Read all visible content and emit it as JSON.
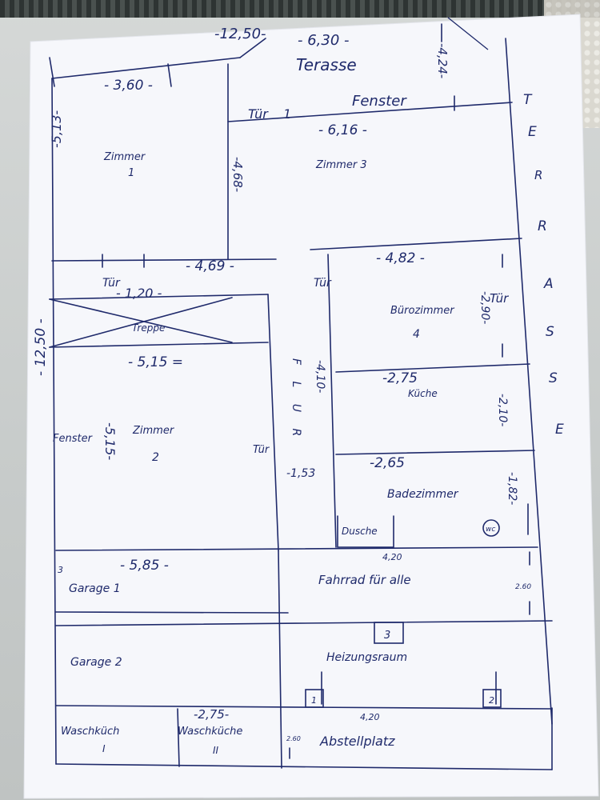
{
  "colors": {
    "ink": "#1f2a6b",
    "paper": "#f6f7fb",
    "background": "#cfd3d2"
  },
  "dimensions": {
    "top_total": "-12,50-",
    "terrace_width": "- 6,30 -",
    "terrace_depth": "-4,24-",
    "room1_width": "- 3,60 -",
    "room1_height": "-5,13-",
    "room1_bottom": "- 4,69 -",
    "room3_width": "- 6,16 -",
    "room3_height": "-4,68-",
    "room4_width": "- 4,82 -",
    "room4_height": "-2,90-",
    "stair_width": "- 1,20 -",
    "left_total": "- 12,50 -",
    "room2_width": "- 5,15 =",
    "room2_height": "-5,15-",
    "hall_height": "-4,10-",
    "hall_width": "-1,53",
    "kitchen_width": "-2,75",
    "kitchen_height": "-2,10-",
    "bath_width": "-2,65",
    "bath_height": "-1,82-",
    "garage1_width": "- 5,85 -",
    "bike_width": "4,20",
    "bike_height": "2.60",
    "laundry_width": "-2,75-",
    "storage_width": "4,20",
    "storage_height": "2.60"
  },
  "labels": {
    "terrace_top": "Terasse",
    "window_top": "Fenster",
    "door_room3": "Tür",
    "door_room3_num": "1",
    "room1": "Zimmer",
    "room1_num": "1",
    "room3": "Zimmer 3",
    "door_stair": "Tür",
    "stairs": "Treppe",
    "door_hall": "Tür",
    "room4": "Bürozimmer",
    "room4_num": "4",
    "door_room4": "Tür",
    "kitchen": "Küche",
    "window_room2": "Fenster",
    "room2": "Zimmer",
    "room2_num": "2",
    "door_room2": "Tür",
    "corridor": "F L U R",
    "bathroom": "Badezimmer",
    "shower": "Dusche",
    "wc": "wc",
    "garage1": "Garage 1",
    "garage1_num": "3",
    "bike_room": "Fahrrad für alle",
    "heating_box": "3",
    "heating": "Heizungsraum",
    "garage2": "Garage 2",
    "box_left": "1",
    "box_right": "2",
    "laundry1": "Waschküch",
    "laundry1_num": "I",
    "laundry2": "Waschküche",
    "laundry2_num": "II",
    "storage": "Abstellplatz",
    "terrace_side": [
      "T",
      "E",
      "R",
      "R",
      "A",
      "S",
      "S",
      "E"
    ]
  }
}
